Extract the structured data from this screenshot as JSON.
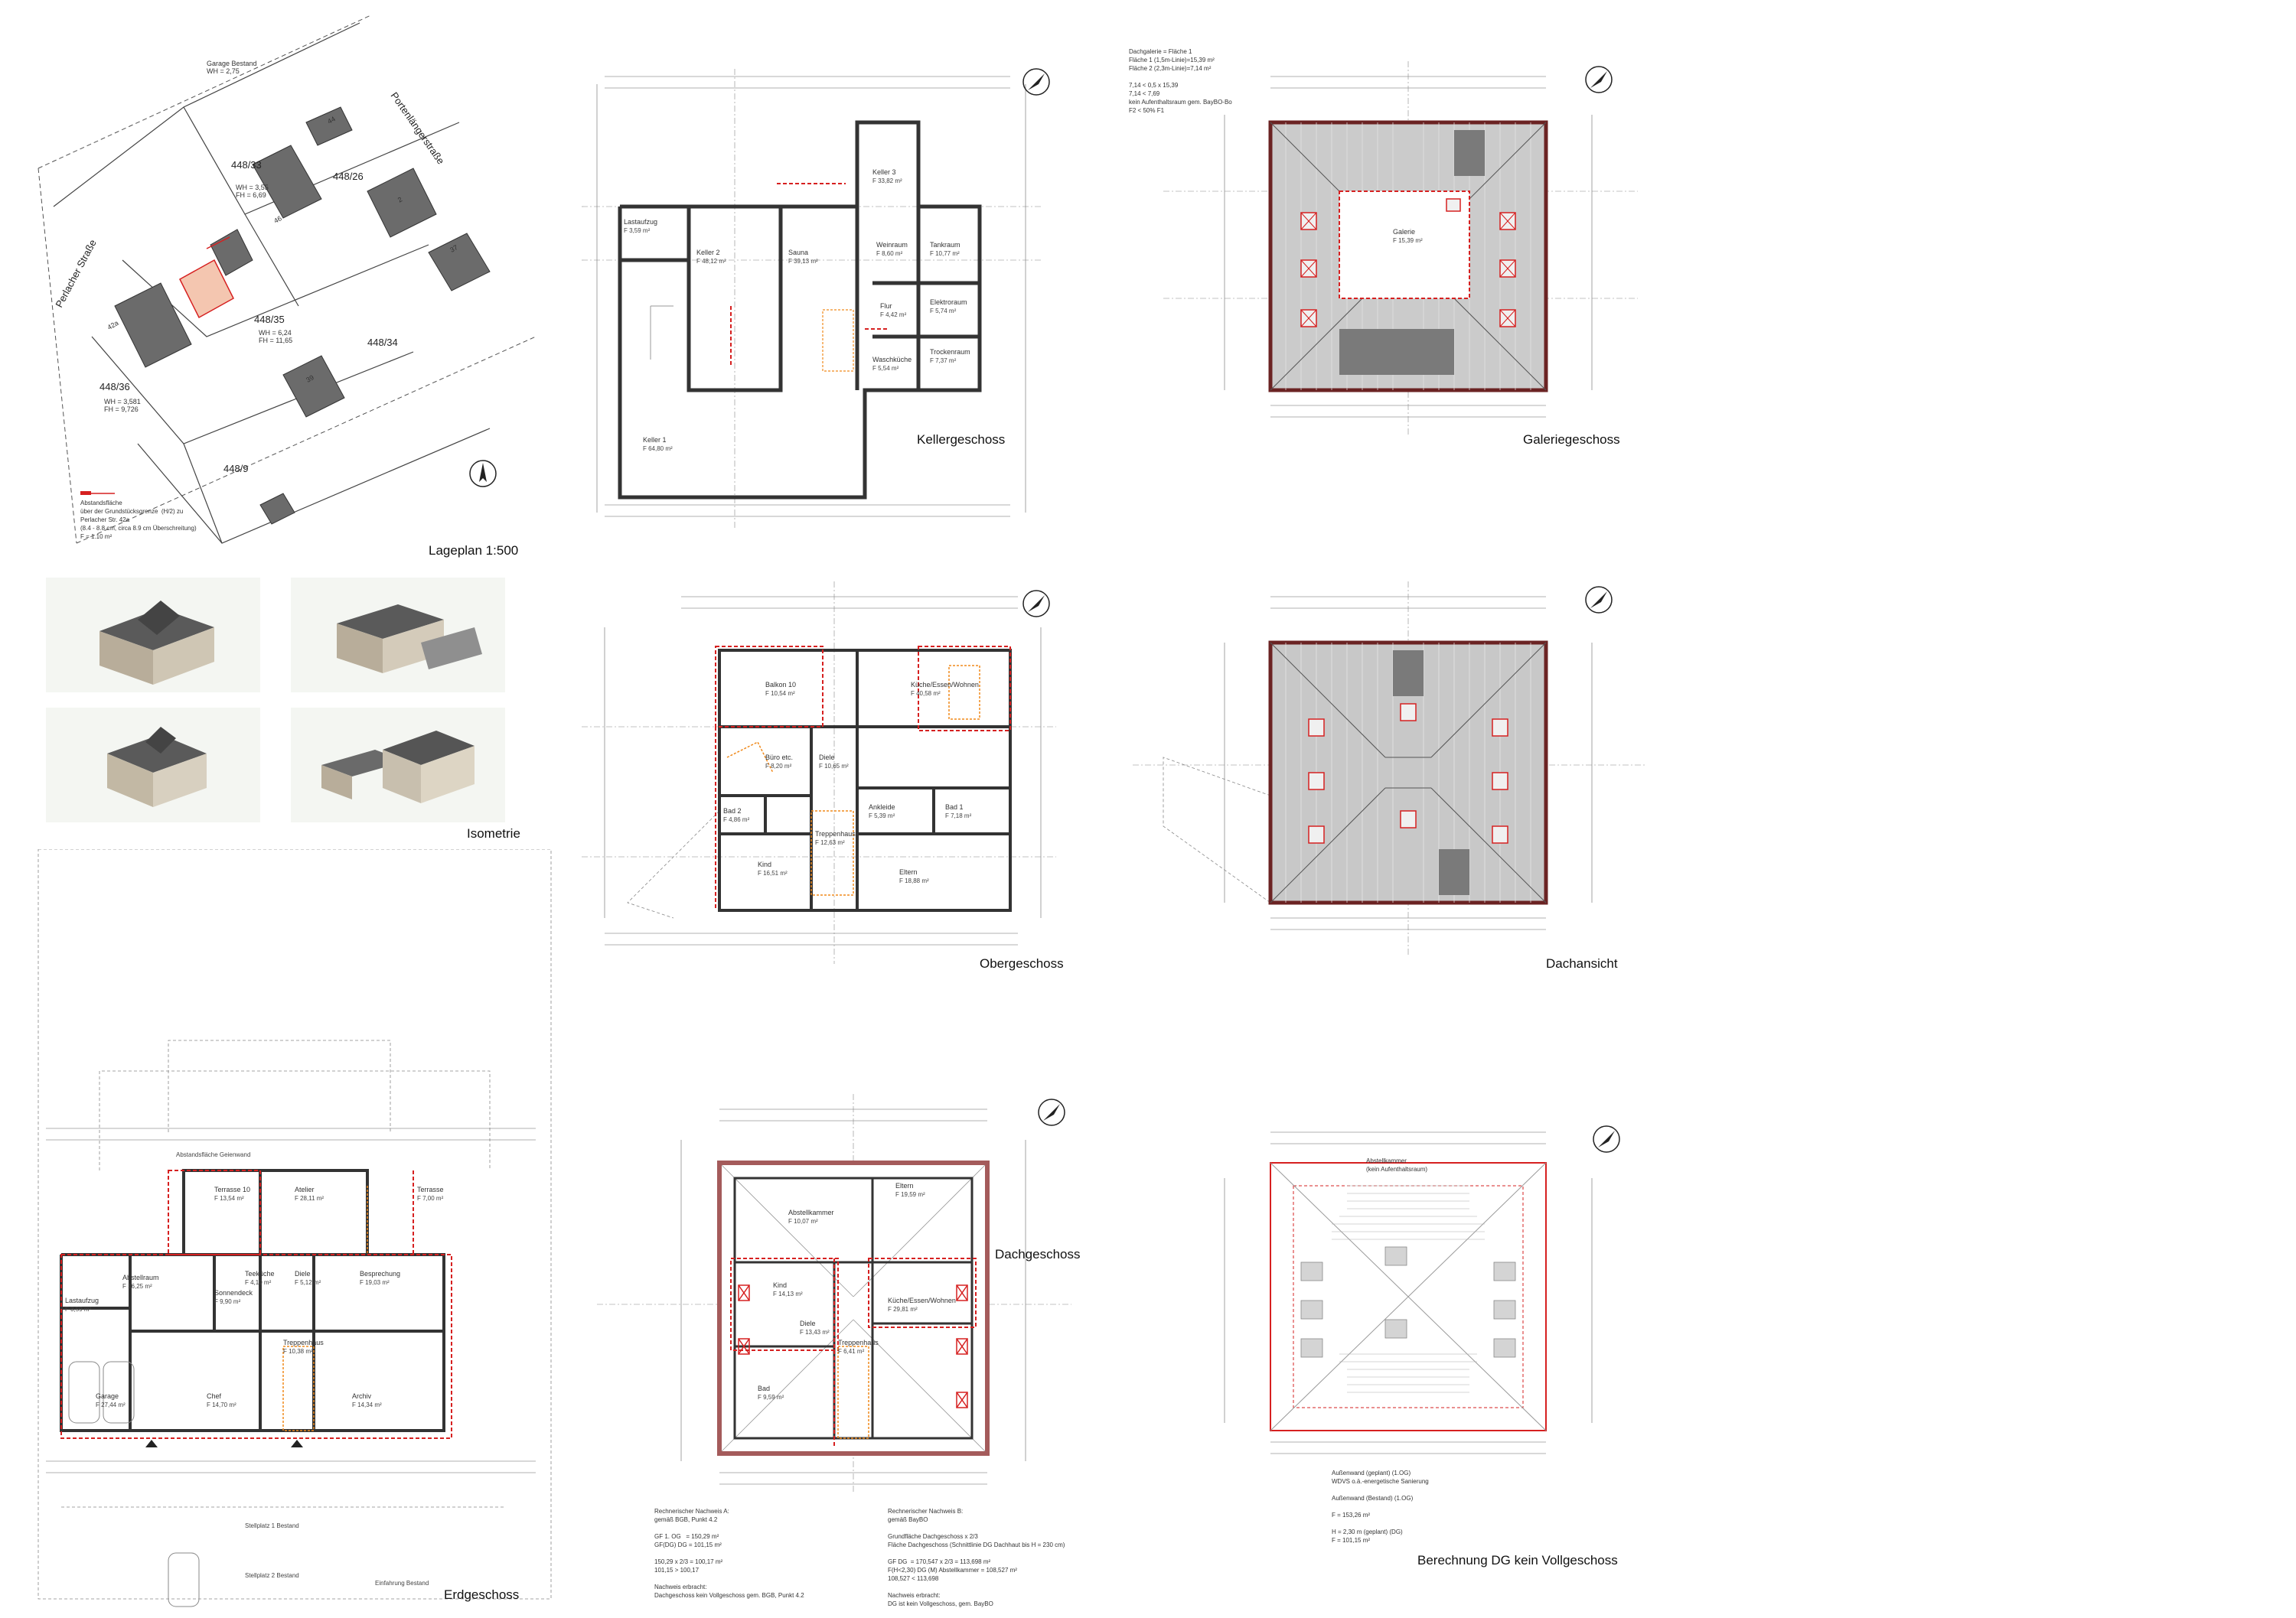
{
  "colors": {
    "wall": "#333333",
    "red": "#d62020",
    "orange": "#f08a1c",
    "roof": "#c9c9c9",
    "roofdark": "#8a8a8a",
    "dim": "#666666"
  },
  "site": {
    "caption": "Lageplan 1:500",
    "parcels": [
      "448/33",
      "448/26",
      "448/35",
      "448/34",
      "448/36",
      "448/9"
    ],
    "parcel_notes": {
      "p33": "WH = 3,55\nFH = 6,69",
      "p35": "WH = 6,24\nFH = 11,65",
      "p36": "WH = 3,581\nFH = 9,726"
    },
    "garage": "Garage Bestand\nWH = 2,75",
    "streets": [
      "Perlacher Straße",
      "Portenlängerstraße"
    ],
    "houses": [
      "42a",
      "46",
      "44",
      "2",
      "37",
      "39"
    ],
    "legend": "Abstandsfläche\nüber der Grundstücksgrenze  (H/2) zu\nPerlacher Str. 42a\n(8.4 - 8.8 cm, circa 8.9 cm Überschreitung)\nF = 1.10 m²"
  },
  "iso": {
    "caption": "Isometrie"
  },
  "eg": {
    "caption": "Erdgeschoss",
    "rooms": [
      {
        "name": "Terrasse 10",
        "area": "F 13,54 m²"
      },
      {
        "name": "Atelier",
        "area": "F 28,11 m²"
      },
      {
        "name": "Terrasse",
        "area": "F 7,00 m²"
      },
      {
        "name": "Abstellraum",
        "area": "F 16,25 m²"
      },
      {
        "name": "Sonnendeck",
        "area": "F 9,90 m²"
      },
      {
        "name": "Teeküche",
        "area": "F 4,10 m²"
      },
      {
        "name": "Diele",
        "area": "F 5,12 m²"
      },
      {
        "name": "Besprechung",
        "area": "F 19,03 m²"
      },
      {
        "name": "Lastaufzug",
        "area": "F 3,59 m²"
      },
      {
        "name": "Garage",
        "area": "F 27,44 m²"
      },
      {
        "name": "Chef",
        "area": "F 14,70 m²"
      },
      {
        "name": "Archiv",
        "area": "F 14,34 m²"
      },
      {
        "name": "Treppenhaus",
        "area": "F 10,38 m²"
      }
    ],
    "notes": [
      "Abstandsfläche Geienwand",
      "Stellplatz 1 Bestand",
      "Stellplatz 2 Bestand",
      "Einfahrung Bestand"
    ]
  },
  "kg": {
    "caption": "Kellergeschoss",
    "rooms": [
      {
        "name": "Keller 3",
        "area": "F 33,82 m²"
      },
      {
        "name": "Keller 2",
        "area": "F 48,12 m²"
      },
      {
        "name": "Sauna",
        "area": "F 39,13 m²"
      },
      {
        "name": "Weinraum",
        "area": "F 8,60 m²"
      },
      {
        "name": "Tankraum",
        "area": "F 10,77 m²"
      },
      {
        "name": "Elektroraum",
        "area": "F 5,74 m²"
      },
      {
        "name": "Flur",
        "area": "F 4,42 m²"
      },
      {
        "name": "Trockenraum",
        "area": "F 7,37 m²"
      },
      {
        "name": "Waschküche",
        "area": "F 5,54 m²"
      },
      {
        "name": "Keller 1",
        "area": "F 64,80 m²"
      },
      {
        "name": "Lastaufzug",
        "area": "F 3,59 m²"
      }
    ]
  },
  "og": {
    "caption": "Obergeschoss",
    "rooms": [
      {
        "name": "Balkon 10",
        "area": "F 10,54 m²"
      },
      {
        "name": "Küche/Essen/Wohnen",
        "area": "F 40,58 m²"
      },
      {
        "name": "Büro etc.",
        "area": "F 8,20 m²"
      },
      {
        "name": "Diele",
        "area": "F 10,65 m²"
      },
      {
        "name": "Ankleide",
        "area": "F 5,39 m²"
      },
      {
        "name": "Bad 1",
        "area": "F 7,18 m²"
      },
      {
        "name": "Bad 2",
        "area": "F 4,86 m²"
      },
      {
        "name": "Treppenhaus",
        "area": "F 12,63 m²"
      },
      {
        "name": "Kind",
        "area": "F 16,51 m²"
      },
      {
        "name": "Eltern",
        "area": "F 18,88 m²"
      }
    ]
  },
  "dg": {
    "caption": "Dachgeschoss",
    "rooms": [
      {
        "name": "Eltern",
        "area": "F 19,59 m²"
      },
      {
        "name": "Abstellkammer",
        "area": "F 10,07 m²"
      },
      {
        "name": "Kind",
        "area": "F 14,13 m²"
      },
      {
        "name": "Diele",
        "area": "F 13,43 m²"
      },
      {
        "name": "Küche/Essen/Wohnen",
        "area": "F 29,81 m²"
      },
      {
        "name": "Treppenhaus",
        "area": "F 6,41 m²"
      },
      {
        "name": "Bad",
        "area": "F 9,59 m²"
      }
    ],
    "calc_left": "Rechnerischer Nachweis A:\ngemäß BGB, Punkt 4.2\n\nGF 1. OG   = 150,29 m²\nGF(DG) DG = 101,15 m²\n\n150,29 x 2/3 = 100,17 m²\n101,15 > 100,17\n\nNachweis erbracht:\nDachgeschoss kein Vollgeschoss gem. BGB, Punkt 4.2",
    "calc_right": "Rechnerischer Nachweis B:\ngemäß BayBO\n\nGrundfläche Dachgeschoss x 2/3\nFläche Dachgeschoss (Schnittlinie DG Dachhaut bis H = 230 cm)\n\nGF DG  = 170,547 x 2/3 = 113,698 m²\nF(H<2,30) DG (M) Abstellkammer = 108,527 m²\n108,527 < 113,698\n\nNachweis erbracht:\nDG ist kein Vollgeschoss, gem. BayBO"
  },
  "gal": {
    "caption": "Galeriegeschoss",
    "room": {
      "name": "Galerie",
      "area": "F 15,39 m²"
    },
    "note": "Dachgalerie = Fläche 1\nFläche 1 (1,5m-Linie)=15,39 m²\nFläche 2 (2,3m-Linie)=7,14 m²\n\n7,14 < 0,5 x 15,39\n7,14 < 7,69\nkein Aufenthaltsraum gem. BayBO-Bo\nF2 < 50% F1"
  },
  "dach": {
    "caption": "Dachansicht"
  },
  "calc": {
    "caption": "Berechnung DG kein Vollgeschoss",
    "top_note": "Abstellkammer\n(kein Aufenthaltsraum)",
    "legend": "Außenwand (geplant) (1.OG)\nWDVS o.ä.-energetische Sanierung\n\nAußenwand (Bestand) (1.OG)\n\nF = 153,26 m²\n\nH = 2,30 m (geplant) (DG)\nF = 101,15 m²"
  }
}
